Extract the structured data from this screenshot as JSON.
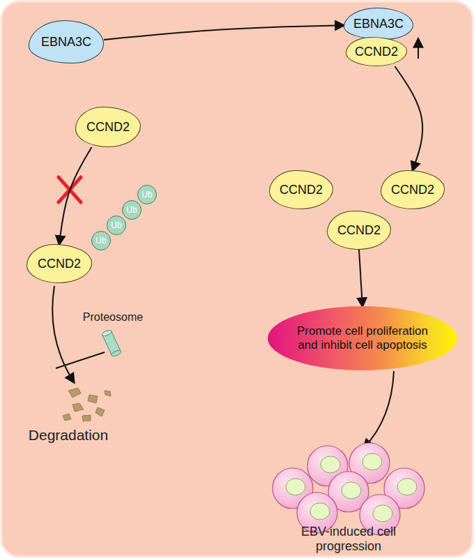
{
  "diagram": {
    "nodes": [
      {
        "text": [
          "EBNA3C"
        ]
      },
      {
        "text": [
          "EBNA3C"
        ]
      },
      {
        "text": [
          "CCND2"
        ]
      },
      {
        "text": [
          "CCND2"
        ]
      },
      {
        "text": [
          "CCND2"
        ]
      },
      {
        "text": [
          "Ub"
        ]
      },
      {
        "text": [
          "Ub"
        ]
      },
      {
        "text": [
          "Ub"
        ]
      },
      {
        "text": [
          "Ub"
        ]
      },
      {
        "text": [
          "CCND2"
        ]
      },
      {
        "text": [
          "CCND2"
        ]
      },
      {
        "text": [
          "CCND2"
        ]
      },
      {
        "text": [
          "Promote cell proliferation and inhibit cell apoptosis"
        ]
      }
    ],
    "edges": [
      {
        "from": 0,
        "to": 1,
        "arrow": "to"
      },
      {
        "from": 2,
        "to": 4,
        "arrow": "to"
      },
      {
        "from": 3,
        "to": 10,
        "arrow": "to"
      },
      {
        "from": 11,
        "to": 12,
        "arrow": "to"
      }
    ],
    "labels": [
      "Proteosome",
      "Degradation",
      "EBV-induced cell progression"
    ]
  }
}
